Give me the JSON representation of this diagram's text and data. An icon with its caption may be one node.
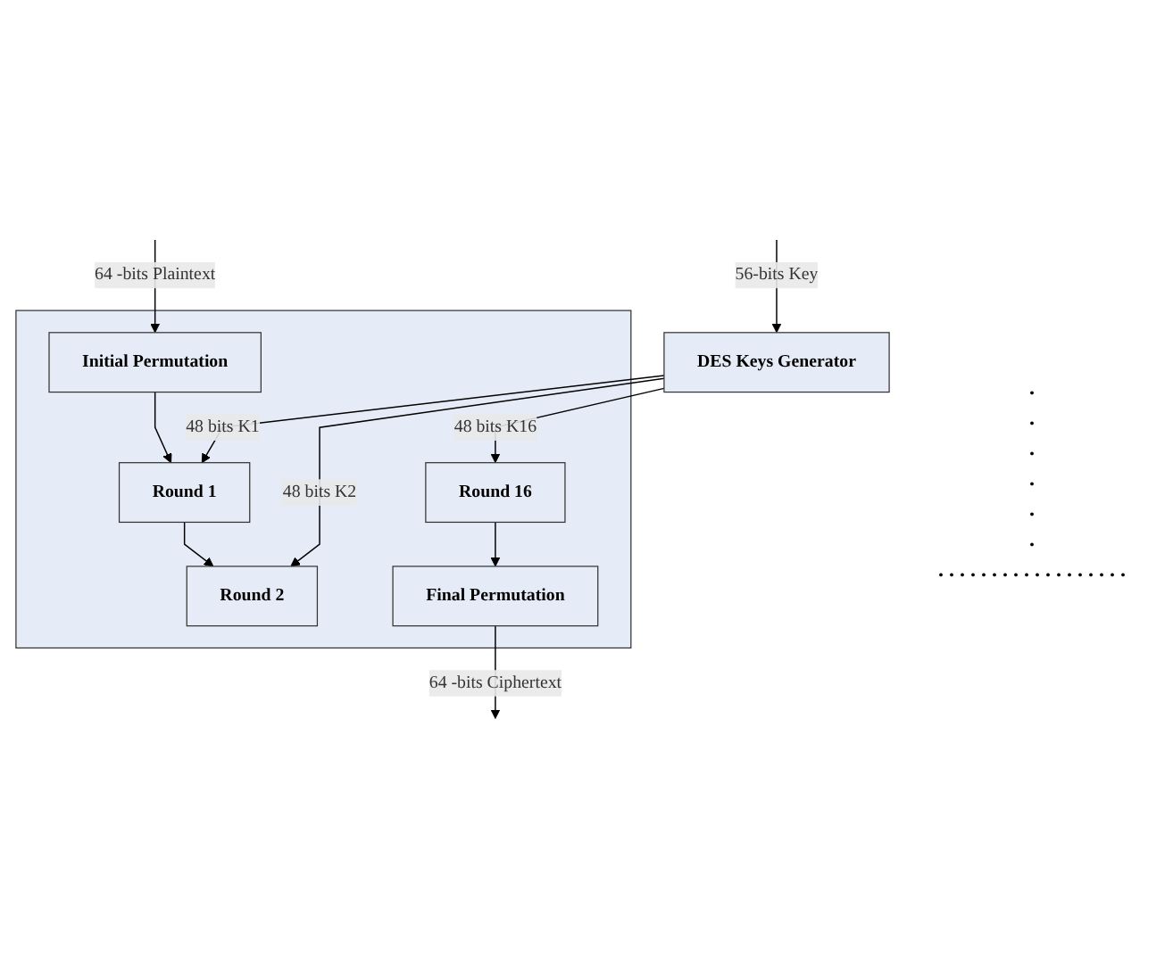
{
  "diagram": {
    "nodes": [
      {
        "text": [],
        "shape": "box"
      },
      {
        "text": [
          "Initial Permutation"
        ],
        "in": 0
      },
      {
        "text": [
          "Round 1"
        ],
        "in": 0
      },
      {
        "text": [
          "Round 2"
        ],
        "in": 0
      },
      {
        "text": [
          "Round 16"
        ],
        "in": 0
      },
      {
        "text": [
          "Final Permutation"
        ],
        "in": 0
      },
      {
        "text": [
          "DES Keys Generator"
        ]
      }
    ],
    "edges": [
      {
        "from": null,
        "to": 1,
        "arrow": "to",
        "label": "64 -bits Plaintext"
      },
      {
        "from": 1,
        "to": 2,
        "arrow": "to"
      },
      {
        "from": 2,
        "to": 3,
        "arrow": "to"
      },
      {
        "from": 4,
        "to": 5,
        "arrow": "to"
      },
      {
        "from": 5,
        "to": null,
        "arrow": "to",
        "label": "64 -bits Ciphertext"
      },
      {
        "from": null,
        "to": 6,
        "arrow": "to",
        "label": "56-bits Key"
      },
      {
        "from": 6,
        "to": 2,
        "arrow": "to",
        "label": "48 bits K1"
      },
      {
        "from": 6,
        "to": 3,
        "arrow": "to",
        "label": "48 bits K2"
      },
      {
        "from": 6,
        "to": 4,
        "arrow": "to",
        "label": "48 bits K16"
      }
    ],
    "labels": [
      ".",
      ".",
      ".",
      ".",
      ".",
      ".",
      ". . . . . . . . . . . . . . . . . ."
    ]
  }
}
